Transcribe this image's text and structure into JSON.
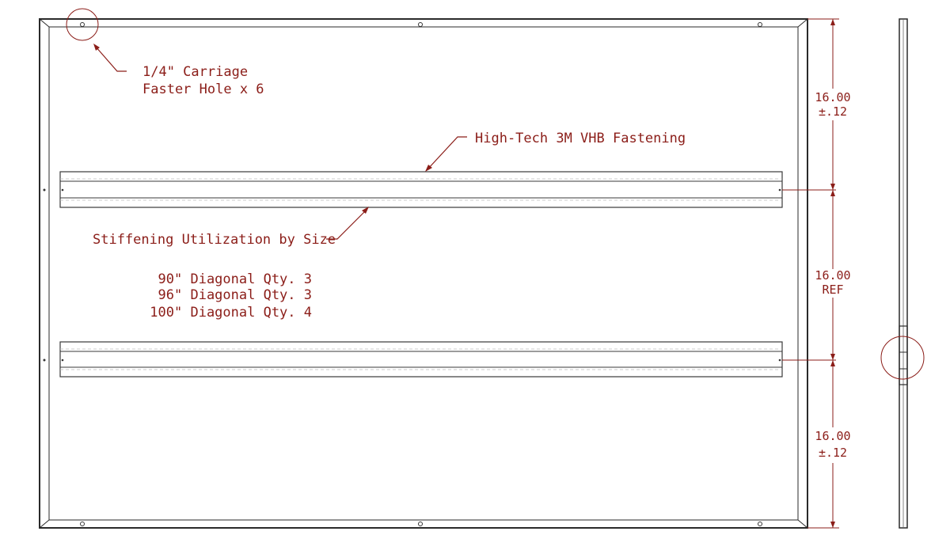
{
  "annotations": {
    "carriage_line1": "1/4\" Carriage",
    "carriage_line2": "Faster Hole x 6",
    "vhb": "High-Tech 3M VHB Fastening",
    "stiffening": "Stiffening Utilization by Size",
    "diag_90": "90\" Diagonal Qty. 3",
    "diag_96": "96\" Diagonal Qty. 3",
    "diag_100": "100\" Diagonal Qty. 4"
  },
  "dimensions": {
    "top_value": "16.00",
    "top_tol": "±.12",
    "mid_value": "16.00",
    "mid_tol": "REF",
    "bottom_value": "16.00",
    "bottom_tol": "±.12"
  },
  "colors": {
    "annotation": "#8b1d18",
    "linework": "#2a2a2a"
  }
}
